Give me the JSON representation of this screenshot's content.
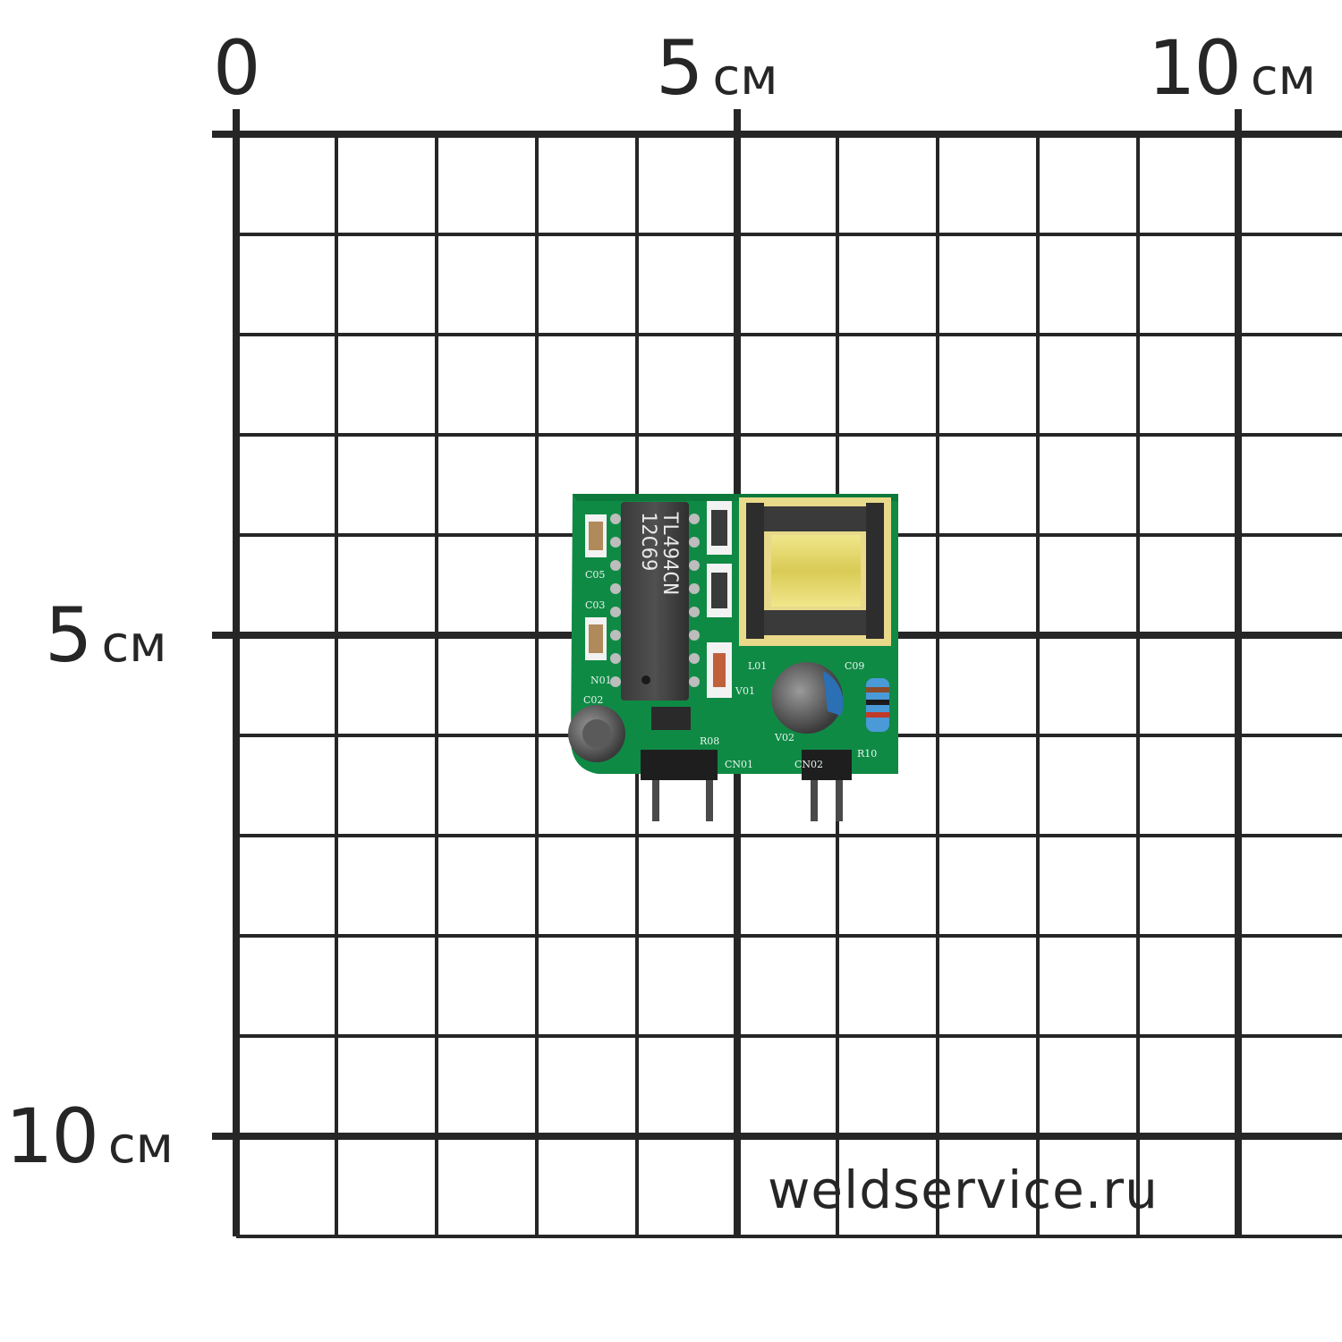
{
  "scale": {
    "top_labels": [
      {
        "number": "0",
        "unit": ""
      },
      {
        "number": "5",
        "unit": "см"
      },
      {
        "number": "10",
        "unit": "см"
      }
    ],
    "left_labels": [
      {
        "number": "5",
        "unit": "см"
      },
      {
        "number": "10",
        "unit": "см"
      }
    ]
  },
  "watermark": "weldservice.ru",
  "board": {
    "ic_line1": "12C69",
    "ic_line2": "TL494CN",
    "silkscreen": [
      "C05",
      "C03",
      "N01",
      "C02",
      "R08",
      "CN01",
      "V01",
      "L01",
      "C09",
      "V02",
      "CN02",
      "R10"
    ]
  },
  "colors": {
    "grid": "#262626",
    "pcb": "#0f8a45",
    "transformer_winding": "#e3d66a",
    "text": "#262626"
  }
}
